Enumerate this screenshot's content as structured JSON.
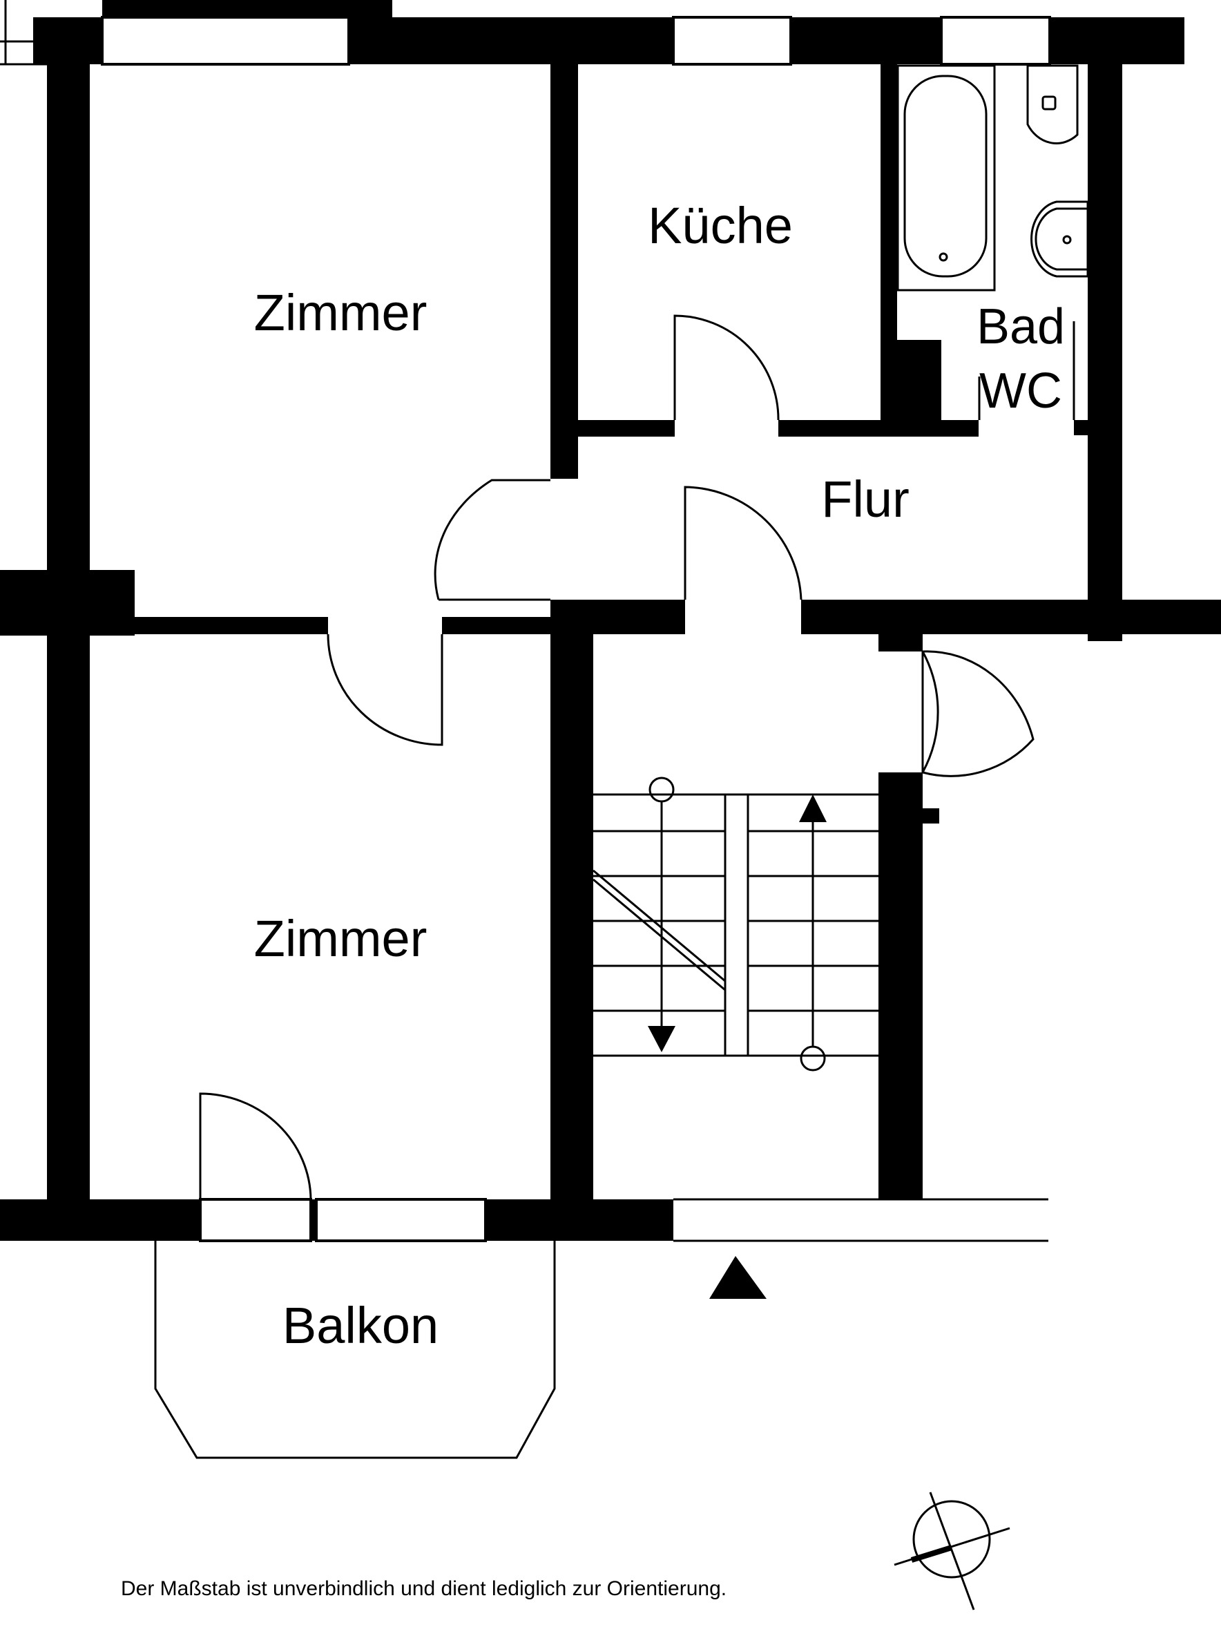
{
  "plan": {
    "rooms": {
      "room_top": "Zimmer",
      "kitchen": "Küche",
      "bath_line1": "Bad",
      "bath_line2": "WC",
      "hall": "Flur",
      "room_bottom": "Zimmer",
      "balcony": "Balkon"
    },
    "disclaimer": "Der Maßstab ist unverbindlich und dient lediglich zur Orientierung."
  },
  "colors": {
    "wall": "#000000",
    "background": "#ffffff"
  }
}
